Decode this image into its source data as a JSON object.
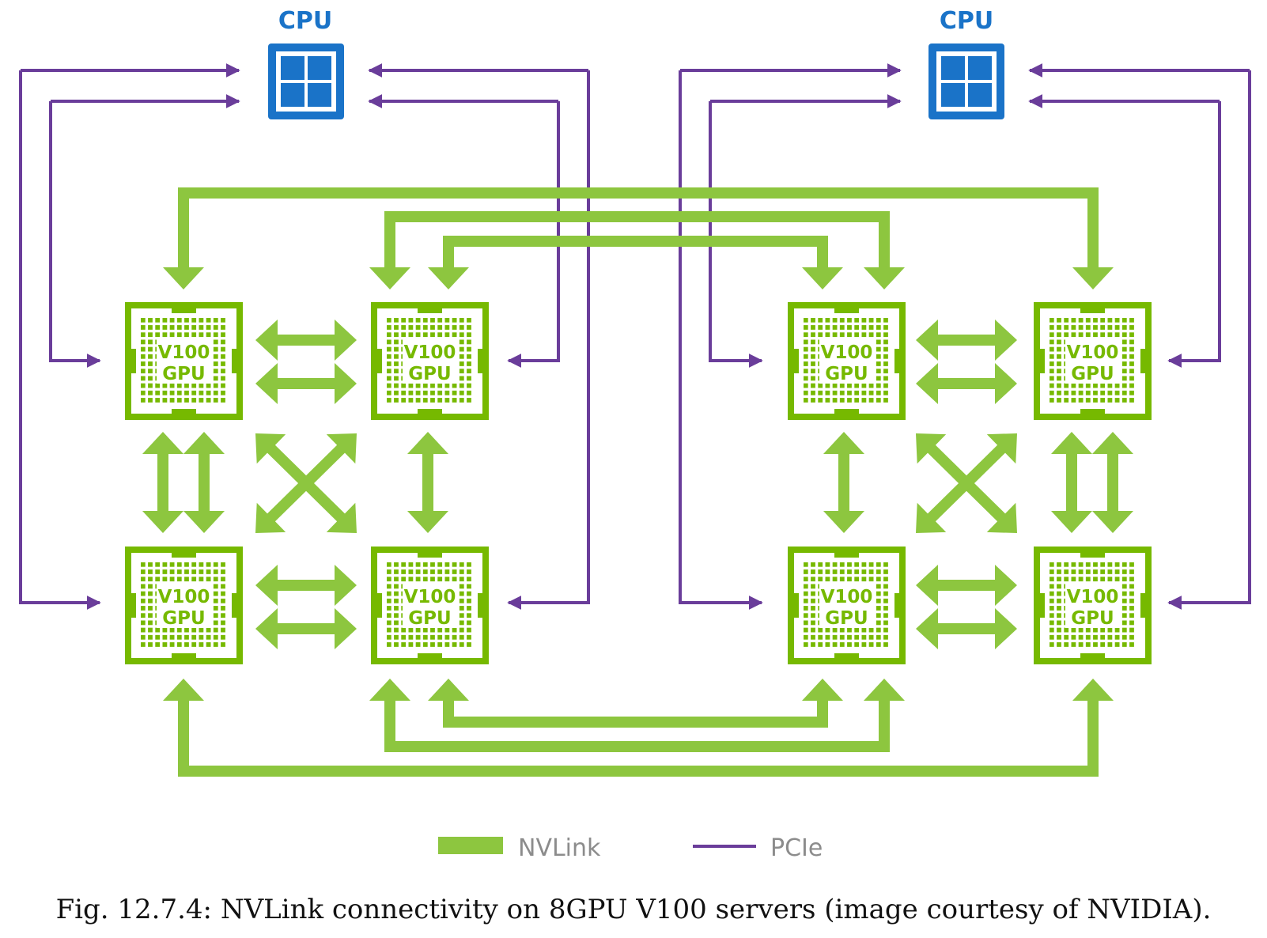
{
  "cpus": [
    {
      "id": "cpu-left",
      "label": "CPU"
    },
    {
      "id": "cpu-right",
      "label": "CPU"
    }
  ],
  "gpus": [
    {
      "id": "gpu-1",
      "line1": "V100",
      "line2": "GPU"
    },
    {
      "id": "gpu-2",
      "line1": "V100",
      "line2": "GPU"
    },
    {
      "id": "gpu-3",
      "line1": "V100",
      "line2": "GPU"
    },
    {
      "id": "gpu-4",
      "line1": "V100",
      "line2": "GPU"
    },
    {
      "id": "gpu-5",
      "line1": "V100",
      "line2": "GPU"
    },
    {
      "id": "gpu-6",
      "line1": "V100",
      "line2": "GPU"
    },
    {
      "id": "gpu-7",
      "line1": "V100",
      "line2": "GPU"
    },
    {
      "id": "gpu-8",
      "line1": "V100",
      "line2": "GPU"
    }
  ],
  "legend": {
    "nvlink": "NVLink",
    "pcie": "PCIe"
  },
  "colors": {
    "nvlink": "#8dc63f",
    "gpu": "#76b900",
    "pcie": "#6a3d9a",
    "cpu": "#1a73c8"
  },
  "caption": "Fig. 12.7.4: NVLink connectivity on 8GPU V100 servers (image courtesy of NVIDIA)."
}
